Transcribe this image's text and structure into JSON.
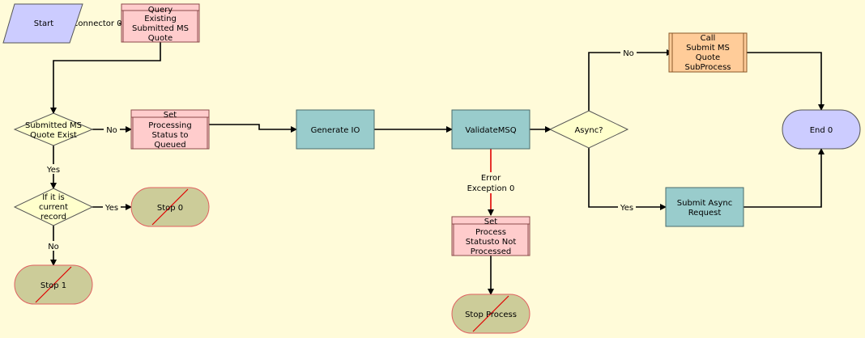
{
  "colors": {
    "background": "#fffbd9",
    "start_fill": "#ccccff",
    "end_fill": "#ccccff",
    "stop_fill": "#cccc99",
    "task_fill": "#99cccc",
    "sub_fill": "#ffcc99",
    "set_fill": "#ffcccc",
    "decision_fill": "#ffffcc",
    "error_edge": "#e00000"
  },
  "nodes": {
    "start": {
      "lines": [
        "Start"
      ]
    },
    "query": {
      "lines": [
        "Query",
        "Existing",
        "Submitted MS",
        "Quote"
      ]
    },
    "decision_exist": {
      "lines": [
        "Submitted MS",
        "Quote Exist"
      ]
    },
    "set_queued": {
      "lines": [
        "Set",
        "Processing",
        "Status to",
        "Queued"
      ]
    },
    "generate_io": {
      "lines": [
        "Generate IO"
      ]
    },
    "validate": {
      "lines": [
        "ValidateMSQ"
      ]
    },
    "async": {
      "lines": [
        "Async?"
      ]
    },
    "call_sub": {
      "lines": [
        "Call",
        "Submit MS",
        "Quote",
        "SubProcess"
      ]
    },
    "end": {
      "lines": [
        "End 0"
      ]
    },
    "submit_async": {
      "lines": [
        "Submit Async",
        "Request"
      ]
    },
    "decision_current": {
      "lines": [
        "If it is",
        "current",
        "record"
      ]
    },
    "stop0": {
      "lines": [
        "Stop 0"
      ]
    },
    "stop1": {
      "lines": [
        "Stop 1"
      ]
    },
    "set_not_processed": {
      "lines": [
        "Set",
        "Process",
        "Statusto Not",
        "Processed"
      ]
    },
    "stop_process": {
      "lines": [
        "Stop Process"
      ]
    }
  },
  "edges": {
    "connector": "Connector 0",
    "no_set": "No",
    "yes_current": "Yes",
    "yes_stop0": "Yes",
    "no_stop1": "No",
    "error": [
      "Error",
      "Exception 0"
    ],
    "no_call": "No",
    "yes_async": "Yes"
  }
}
